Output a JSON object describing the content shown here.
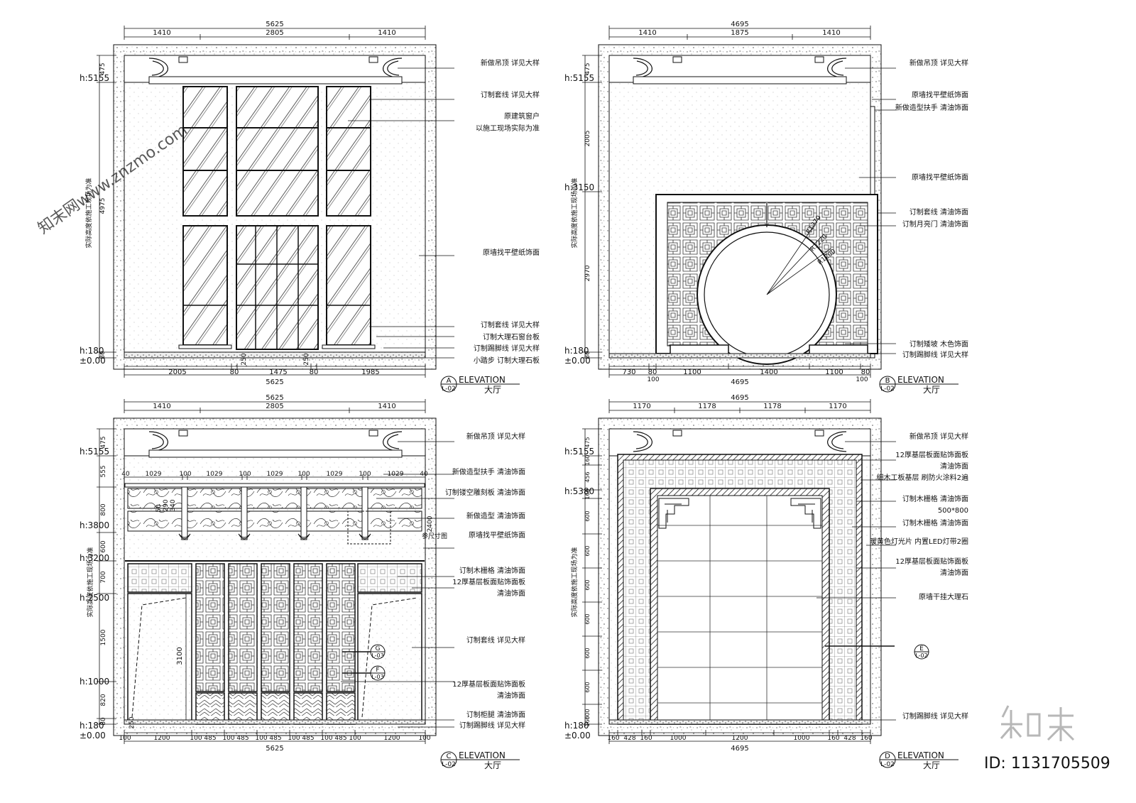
{
  "panels": {
    "a": {
      "top_total": "5625",
      "top_dims": [
        "1410",
        "2805",
        "1410"
      ],
      "bottom_dims": [
        "2005",
        "80",
        "1475",
        "80",
        "1985"
      ],
      "bottom_total": "5625",
      "left_dims": [
        "475",
        "4975",
        "80"
      ],
      "levels": [
        "h:5155",
        "h:180",
        "±0.00"
      ],
      "side_note": "实际高度依施工现场为准",
      "small_dims": [
        "250",
        "250"
      ],
      "annotations": [
        "新做吊顶 详见大样",
        "订制套线 详见大样",
        "原建筑窗户",
        "以施工现场实际为准",
        "原墙找平壁纸饰面",
        "订制套线 详见大样",
        "订制大理石窗台板",
        "订制踢脚线 详见大样",
        "小踏步 订制大理石板"
      ],
      "tag_letter": "A",
      "tag_sheet": "L-02",
      "tag_word": "ELEVATION",
      "tag_room": "大厅"
    },
    "b": {
      "top_total": "4695",
      "top_dims": [
        "1410",
        "1875",
        "1410"
      ],
      "bottom_dims": [
        "730",
        "80",
        "1100",
        "1400",
        "1100",
        "80"
      ],
      "bottom_sub": [
        "100",
        "100"
      ],
      "bottom_total": "4695",
      "left_dims": [
        "475",
        "2005",
        "2970",
        "80"
      ],
      "levels": [
        "h:5155",
        "h:3150",
        "h:180",
        "±0.00"
      ],
      "side_note": "实际高度依施工现场为准",
      "radii": [
        "R1370",
        "R1220",
        "R1200"
      ],
      "annotations": [
        "新做吊顶 详见大样",
        "原墙找平壁纸饰面",
        "新做造型扶手 清油饰面",
        "原墙找平壁纸饰面",
        "订制套线 清油饰面",
        "订制月亮门 清油饰面",
        "订制矮坡 木色饰面",
        "订制踢脚线 详见大样"
      ],
      "tag_letter": "B",
      "tag_sheet": "L-02",
      "tag_word": "ELEVATION",
      "tag_room": "大厅"
    },
    "c": {
      "top_total": "5625",
      "top_dims": [
        "1410",
        "2805",
        "1410"
      ],
      "row_dims": [
        "40",
        "1029",
        "100",
        "1029",
        "100",
        "1029",
        "100",
        "1029",
        "100",
        "1029",
        "40"
      ],
      "bottom_dims": [
        "100",
        "1200",
        "100",
        "485",
        "100",
        "485",
        "100",
        "485",
        "100",
        "485",
        "100",
        "485",
        "100",
        "1200",
        "100"
      ],
      "bottom_total": "5625",
      "left_dims": [
        "475",
        "555",
        "800",
        "600",
        "700",
        "1500",
        "820",
        "80"
      ],
      "levels": [
        "h:5155",
        "h:3800",
        "h:3200",
        "h:2500",
        "h:1000",
        "h:180",
        "±0.00"
      ],
      "side_note": "实际高度依施工现场为准",
      "inner_dims": [
        "3100",
        "250",
        "2400",
        "290",
        "340",
        "50",
        "参尺寸图"
      ],
      "annotations": [
        "新做吊顶 详见大样",
        "新做造型扶手 清油饰面",
        "订制镂空雕刻板 清油饰面",
        "新做造型 清油饰面",
        "原墙找平壁纸饰面",
        "订制木栅格 清油饰面",
        "12厚基层板面贴饰面板",
        "清油饰面",
        "订制套线 详见大样",
        "12厚基层板面贴饰面板",
        "清油饰面",
        "订制柜腿 清油饰面",
        "订制踢脚线 详见大样"
      ],
      "callouts": [
        {
          "letter": "G",
          "sheet": "L-03"
        },
        {
          "letter": "F",
          "sheet": "L-03"
        }
      ],
      "tag_letter": "C",
      "tag_sheet": "L-02",
      "tag_word": "ELEVATION",
      "tag_room": "大厅"
    },
    "d": {
      "top_total": "4695",
      "top_dims": [
        "1170",
        "1178",
        "1178",
        "1170"
      ],
      "bottom_dims": [
        "160",
        "428",
        "160",
        "1000",
        "1200",
        "1000",
        "160",
        "428",
        "160"
      ],
      "bottom_total": "4695",
      "left_dims": [
        "475",
        "160",
        "456",
        "160",
        "600",
        "600",
        "600",
        "600",
        "600",
        "600",
        "600",
        "160"
      ],
      "levels": [
        "h:5155",
        "h:5380",
        "h:180",
        "±0.00"
      ],
      "side_note": "实际高度依施工现场为准",
      "annotations": [
        "新做吊顶 详见大样",
        "12厚基层板面贴饰面板",
        "清油饰面",
        "细木工板基层 刷防火涂料2遍",
        "订制木栅格 清油饰面",
        "500*800",
        "订制木栅格 清油饰面",
        "暖黄色灯光片 内置LED灯带2圈",
        "12厚基层板面贴饰面板",
        "清油饰面",
        "原墙干挂大理石",
        "订制踢脚线 详见大样"
      ],
      "callouts": [
        {
          "letter": "E",
          "sheet": "L-02"
        }
      ],
      "tag_letter": "D",
      "tag_sheet": "L-02",
      "tag_word": "ELEVATION",
      "tag_room": "大厅"
    }
  },
  "branding": {
    "logo_text": "知末",
    "id_text": "ID: 1131705509",
    "watermark": "知末网www.znzmo.com"
  }
}
